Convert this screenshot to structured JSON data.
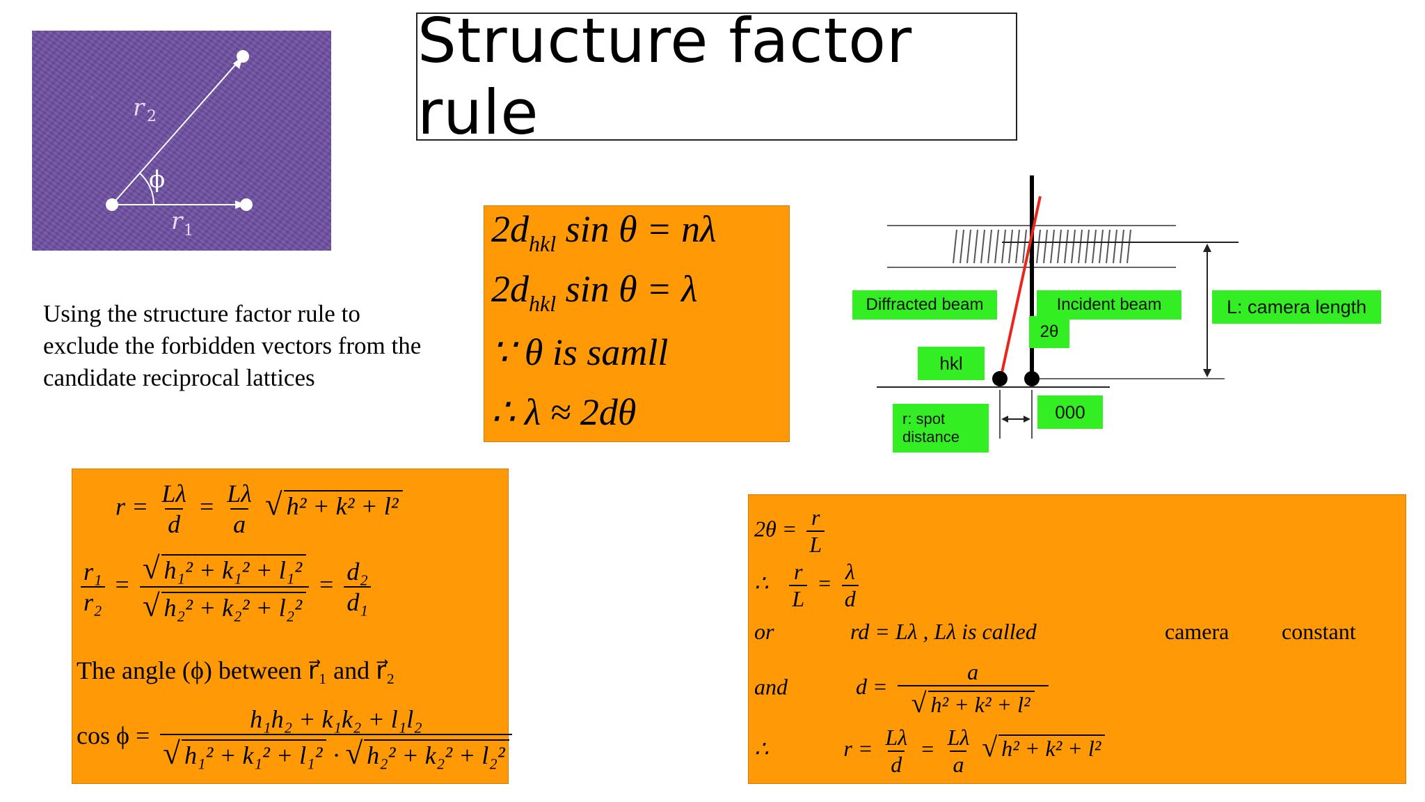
{
  "title": "Structure factor rule",
  "vector_panel": {
    "label_r1": "r",
    "label_r1_sub": "1",
    "label_r2": "r",
    "label_r2_sub": "2",
    "label_phi": "ϕ",
    "colors": {
      "background": "#6e4fa3",
      "vector": "#ffffff"
    }
  },
  "description": "Using the structure factor rule to exclude the forbidden vectors from the candidate reciprocal lattices",
  "bragg": {
    "line1_pre": "2d",
    "line1_sub": "hkl",
    "line1_post": " sin θ = nλ",
    "line2_pre": "2d",
    "line2_sub": "hkl",
    "line2_post": " sin θ = λ",
    "line3": "∵ θ is samll",
    "line4": "∴ λ ≈ 2dθ"
  },
  "diagram": {
    "labels": {
      "diffracted_beam": "Diffracted beam",
      "incident_beam": "Incident beam",
      "camera_length": "L:  camera length",
      "two_theta": "2θ",
      "hkl": "hkl",
      "origin": "000",
      "spot_distance": "r: spot distance"
    },
    "colors": {
      "label_bg": "#33ee22",
      "diffracted": "#e8261a",
      "incident": "#000000"
    }
  },
  "ratio_box": {
    "eq1": {
      "lhs": "r =",
      "f1_num": "Lλ",
      "f1_den": "d",
      "eq": "=",
      "f2_num": "Lλ",
      "f2_den": "a",
      "root": "h² + k² + l²"
    },
    "eq2": {
      "f1_num": "r₁",
      "f1_den": "r₂",
      "root_num": "h₁² + k₁² + l₁²",
      "root_den": "h₂² + k₂² + l₂²",
      "eq": "=",
      "f2_num": "d₂",
      "f2_den": "d₁"
    },
    "eq3": "The  angle  (ϕ) between  r⃗₁ and  r⃗₂",
    "eq4": {
      "lhs": "cos ϕ =",
      "num": "h₁h₂ + k₁k₂ + l₁l₂",
      "den_a": "h₁² + k₁² + l₁²",
      "dot": "·",
      "den_b": "h₂² + k₂² + l₂²"
    }
  },
  "camera_box": {
    "eq1": {
      "lhs": "2θ  =",
      "num": "r",
      "den": "L"
    },
    "eq2": {
      "lhs": "∴",
      "f1_num": "r",
      "f1_den": "L",
      "eq": "=",
      "f2_num": "λ",
      "f2_den": "d"
    },
    "eq3": {
      "lead": "or",
      "mid": "rd   = Lλ , Lλ  is  called",
      "w1": "camera",
      "w2": "constant"
    },
    "eq4": {
      "lead": "and",
      "lhs": "d  =",
      "num": "a",
      "root": "h² + k² + l²"
    },
    "eq5": {
      "lead": "∴",
      "lhs": "r  =",
      "f1_num": "Lλ",
      "f1_den": "d",
      "eq": "=",
      "f2_num": "Lλ",
      "f2_den": "a",
      "root": "h² + k² + l²"
    }
  },
  "colors": {
    "orange": "#ff9a06"
  }
}
